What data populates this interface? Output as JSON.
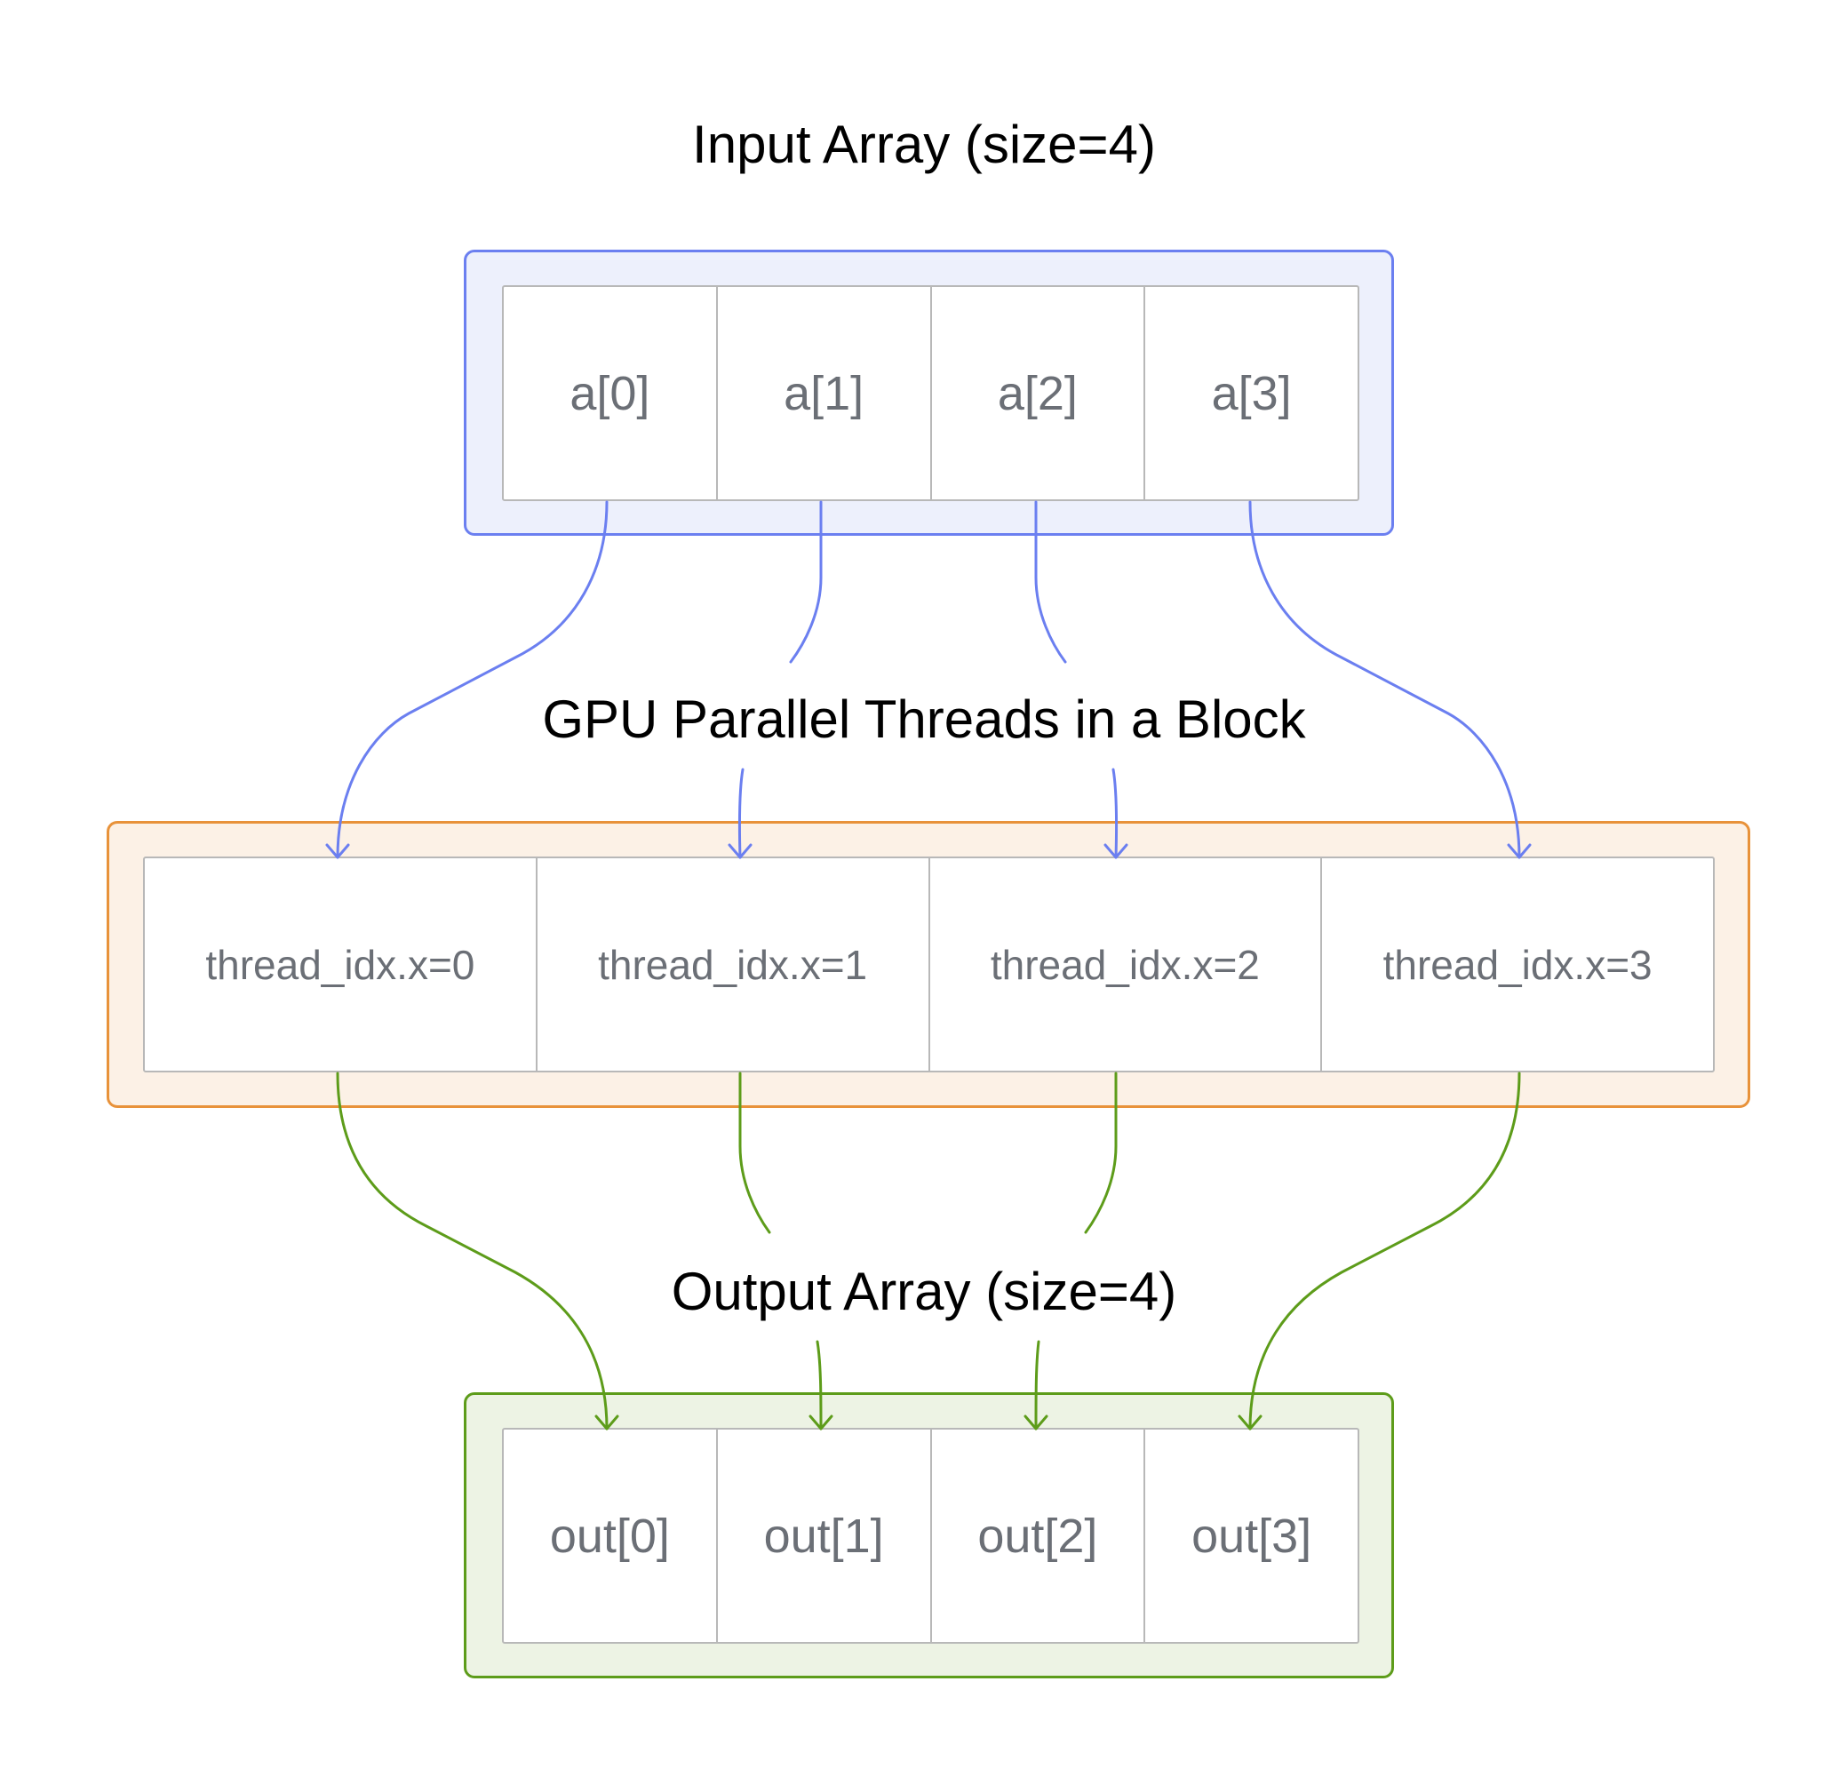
{
  "colors": {
    "input_border": "#6b7ff0",
    "input_fill": "#edf0fc",
    "threads_border": "#e8923a",
    "threads_fill": "#fcf1e6",
    "output_border": "#5d9c1a",
    "output_fill": "#edf3e4",
    "cell_text": "#6b6f76",
    "title_text": "#000000"
  },
  "input": {
    "title": "Input Array (size=4)",
    "cells": [
      "a[0]",
      "a[1]",
      "a[2]",
      "a[3]"
    ]
  },
  "threads": {
    "title": "GPU Parallel Threads in a Block",
    "cells": [
      "thread_idx.x=0",
      "thread_idx.x=1",
      "thread_idx.x=2",
      "thread_idx.x=3"
    ]
  },
  "output": {
    "title": "Output Array (size=4)",
    "cells": [
      "out[0]",
      "out[1]",
      "out[2]",
      "out[3]"
    ]
  }
}
